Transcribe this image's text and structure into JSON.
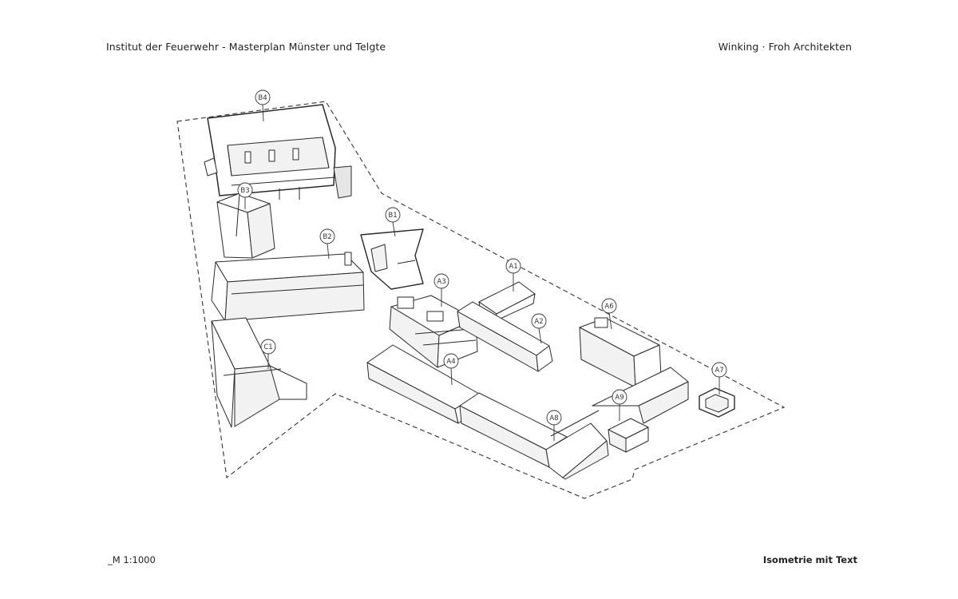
{
  "header": {
    "project_title": "Institut der Feuerwehr - Masterplan Münster und Telgte",
    "architects": "Winking · Froh  Architekten"
  },
  "footer": {
    "scale": "_M 1:1000",
    "sheet_title": "Isometrie mit Text"
  },
  "building_labels": [
    "B4",
    "B3",
    "B1",
    "B2",
    "A1",
    "A3",
    "A2",
    "A6",
    "C1",
    "A4",
    "A7",
    "A9",
    "A8"
  ],
  "colors": {
    "line": "#2a2a2a",
    "fill": "#ffffff",
    "shade": "#eeeeee",
    "dash": "#333333"
  }
}
